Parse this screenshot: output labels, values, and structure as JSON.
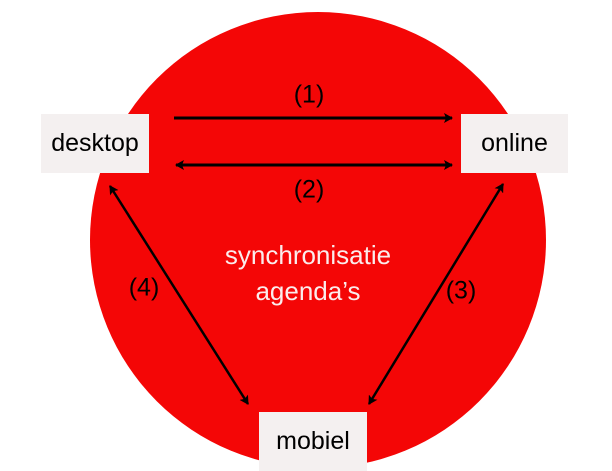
{
  "nodes": {
    "desktop": "desktop",
    "online": "online",
    "mobiel": "mobiel"
  },
  "center_text": {
    "line1": "synchronisatie",
    "line2": "agenda’s"
  },
  "arrow_labels": {
    "a1": "(1)",
    "a2": "(2)",
    "a3": "(3)",
    "a4": "(4)"
  },
  "colors": {
    "circle": "#f40606",
    "box": "#f4f0f0",
    "arrow": "#000000"
  }
}
